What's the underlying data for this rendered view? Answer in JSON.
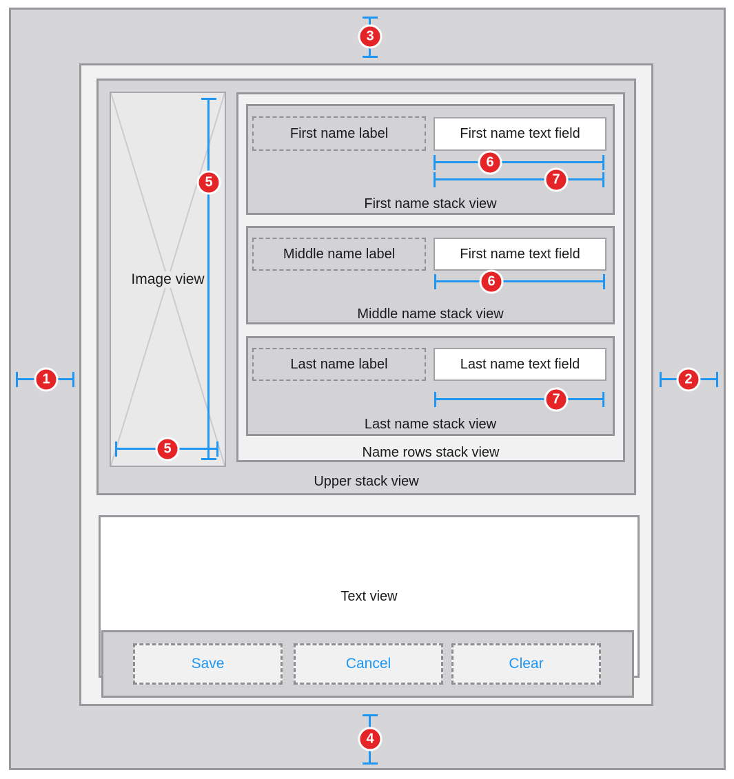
{
  "colors": {
    "accent_blue": "#1E96F2",
    "marker_red": "#E52427",
    "canvas_gray": "#D6D6D8",
    "panel_light": "#F2F2F3",
    "row_gray": "#D3D3D5",
    "button_text_blue": "#1E96F2"
  },
  "markers": {
    "m1": "1",
    "m2": "2",
    "m3": "3",
    "m4": "4",
    "m5": "5",
    "m6": "6",
    "m7": "7"
  },
  "image_view": {
    "label": "Image view"
  },
  "upper_stack_view": {
    "label": "Upper stack view"
  },
  "name_rows_stack_view": {
    "label": "Name rows stack view"
  },
  "rows": [
    {
      "label": "First name label",
      "field": "First name text field",
      "caption": "First name stack view"
    },
    {
      "label": "Middle name label",
      "field": "First name text field",
      "caption": "Middle name stack view"
    },
    {
      "label": "Last name label",
      "field": "Last name text field",
      "caption": "Last name stack view"
    }
  ],
  "text_view": {
    "label": "Text view"
  },
  "buttons": [
    {
      "label": "Save"
    },
    {
      "label": "Cancel"
    },
    {
      "label": "Clear"
    }
  ]
}
